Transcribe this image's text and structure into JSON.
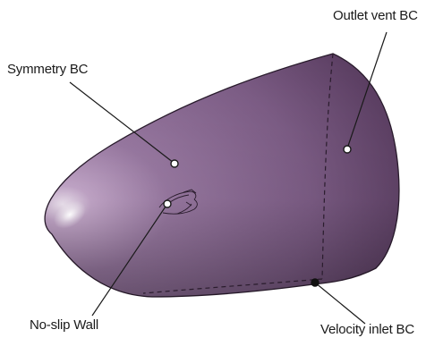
{
  "diagram": {
    "colors": {
      "body_fill_light": "#e9d9ec",
      "body_fill_mid": "#9a7aa3",
      "body_fill_dark": "#5c3f63",
      "outline": "#2a1c2d",
      "leader": "#1a1a1a",
      "marker_fill": "#ffffff"
    },
    "callouts": [
      {
        "id": "symmetry",
        "label": "Symmetry BC",
        "marker": "open-circle"
      },
      {
        "id": "outlet",
        "label": "Outlet vent BC",
        "marker": "open-circle"
      },
      {
        "id": "noslip",
        "label": "No-slip Wall",
        "marker": "open-circle"
      },
      {
        "id": "inlet",
        "label": "Velocity inlet BC",
        "marker": "filled-dot"
      }
    ]
  }
}
